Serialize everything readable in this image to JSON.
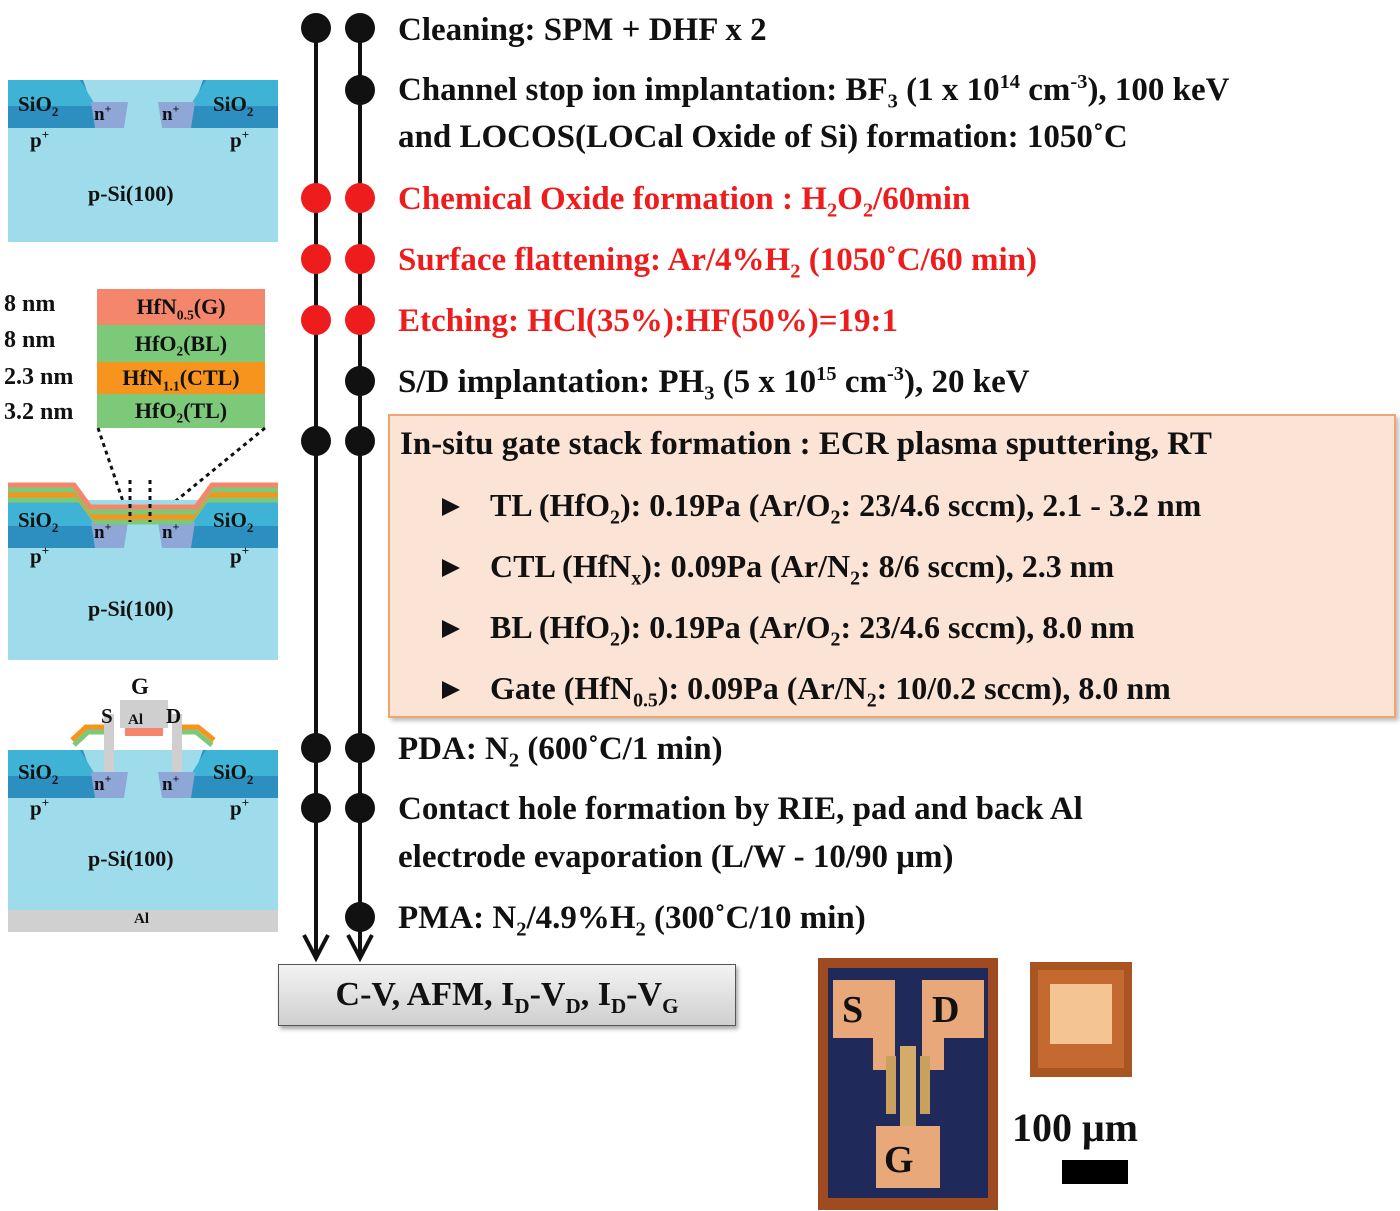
{
  "steps": {
    "cleaning": "Cleaning: SPM + DHF x 2",
    "channel_stop_a": "Channel stop ion implantation: BF",
    "channel_stop_b": "3",
    "channel_stop_c": " (1 x 10",
    "channel_stop_d": "14",
    "channel_stop_e": " cm",
    "channel_stop_f": "-3",
    "channel_stop_g": "), 100 keV",
    "locos": "and LOCOS(LOCal  Oxide of Si) formation: 1050˚C",
    "chem_oxide_a": "Chemical Oxide formation : H",
    "chem_oxide_b": "2",
    "chem_oxide_c": "O",
    "chem_oxide_d": "2",
    "chem_oxide_e": "/60min",
    "flatten_a": "Surface flattening: Ar/4%H",
    "flatten_b": "2",
    "flatten_c": " (1050˚C/60 min)",
    "etching": "Etching: HCl(35%):HF(50%)=19:1",
    "sd_a": "S/D implantation: PH",
    "sd_b": "3",
    "sd_c": " (5 x 10",
    "sd_d": "15",
    "sd_e": " cm",
    "sd_f": "-3",
    "sd_g": "), 20 keV",
    "gate_stack": "In-situ gate stack formation : ECR plasma sputtering, RT",
    "tl_a": "TL (HfO",
    "tl_b": "2",
    "tl_c": "): 0.19Pa (Ar/O",
    "tl_d": "2",
    "tl_e": ": 23/4.6 sccm), 2.1 - 3.2 nm",
    "ctl_a": "CTL (HfN",
    "ctl_b": "x",
    "ctl_c": "): 0.09Pa (Ar/N",
    "ctl_d": "2",
    "ctl_e": ": 8/6 sccm),  2.3 nm",
    "bl_a": "BL (HfO",
    "bl_b": "2",
    "bl_c": "): 0.19Pa (Ar/O",
    "bl_d": "2",
    "bl_e": ": 23/4.6 sccm), 8.0 nm",
    "gate_a": "Gate (HfN",
    "gate_b": "0.5",
    "gate_c": "): 0.09Pa (Ar/N",
    "gate_d": "2",
    "gate_e": ": 10/0.2 sccm), 8.0 nm",
    "pda_a": "PDA: N",
    "pda_b": "2",
    "pda_c": " (600˚C/1 min)",
    "contact": "Contact hole formation by RIE, pad and back Al",
    "electrode": "electrode evaporation (L/W - 10/90 μm)",
    "pma_a": "PMA: N",
    "pma_b": "2",
    "pma_c": "/4.9%H",
    "pma_d": "2",
    "pma_e": " (300˚C/10 min)"
  },
  "result": {
    "a": "C-V, AFM, I",
    "b": "D",
    "c": "-V",
    "d": "D",
    "e": ", I",
    "f": "D",
    "g": "-V",
    "h": "G"
  },
  "stack": {
    "t_gate": "8 nm",
    "t_bl": "8 nm",
    "t_ctl": "2.3 nm",
    "t_tl": "3.2 nm",
    "gate_a": "HfN",
    "gate_b": "0.5",
    "gate_c": "(G)",
    "bl": "HfO₂(BL)",
    "ctl_a": "HfN",
    "ctl_b": "1.1",
    "ctl_c": "(CTL)",
    "tl": "HfO₂(TL)"
  },
  "cross_section": {
    "sio2_a": "SiO",
    "sio2_b": "2",
    "p_a": "p",
    "p_b": "+",
    "n_a": "n",
    "n_b": "+",
    "substrate": "p-Si(100)",
    "al": "Al",
    "g": "G",
    "s": "S",
    "d": "D"
  },
  "micrograph": {
    "s": "S",
    "d": "D",
    "g": "G",
    "scale": "100 μm"
  },
  "colors": {
    "red_step": "#ee1c1c",
    "oxide": "#3fb3d6",
    "p_plus": "#2d8fc0",
    "substrate": "#9fdceb",
    "n_plus": "#8ea7d6",
    "hfn_gate": "#f4876b",
    "hfo2": "#7dc97a",
    "hfn_ctl": "#f7941d",
    "gate_box": "#fbe4d5"
  }
}
